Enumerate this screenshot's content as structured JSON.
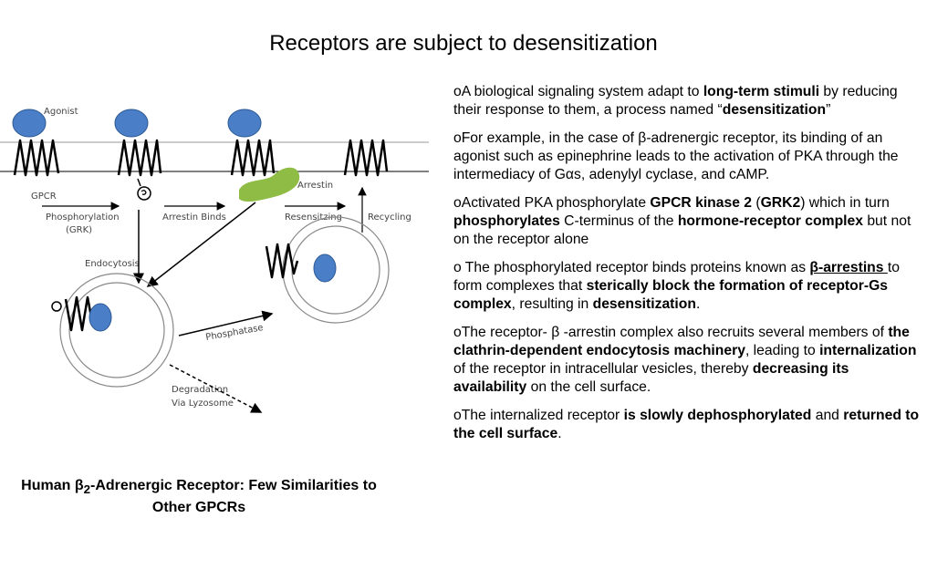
{
  "title": "Receptors are subject to desensitization",
  "diagram": {
    "labels": {
      "agonist": "Agonist",
      "gpcr": "GPCR",
      "phosphorylation": "Phosphorylation",
      "grk": "(GRK)",
      "arrestin_binds": "Arrestin Binds",
      "arrestin": "Arrestin",
      "resensitzing": "Resensitzing",
      "recycling": "Recycling",
      "endocytosis": "Endocytosis",
      "phosphatase": "Phosphatase",
      "degradation": "Degradation",
      "via_lyzosome": "Via Lyzosome"
    },
    "colors": {
      "agonist": "#4a7fc8",
      "arrestin": "#8fbc45",
      "membrane": "#999999"
    }
  },
  "caption": {
    "line1_pre": "Human β",
    "line1_sub": "2",
    "line1_post": "-Adrenergic Receptor: Few Similarities to",
    "line2": "Other GPCRs"
  },
  "bullets": {
    "b1": {
      "t1": "oA biological signaling system adapt to ",
      "t2": "long-term stimuli",
      "t3": " by reducing their response to them, a process named “",
      "t4": "desensitization",
      "t5": "”"
    },
    "b2": {
      "t1": "oFor example, in the case of β-adrenergic receptor, its binding of an agonist such as epinephrine leads to the activation of PKA through the intermediacy of Gαs, adenylyl cyclase, and cAMP."
    },
    "b3": {
      "t1": "oActivated PKA phosphorylate ",
      "t2": "GPCR kinase 2",
      "t3": " (",
      "t4": "GRK2",
      "t5": ") which in turn ",
      "t6": "phosphorylates",
      "t7": " C-terminus of the ",
      "t8": "hormone-receptor complex",
      "t9": " but not on the receptor alone"
    },
    "b4": {
      "t1": "o The phosphorylated receptor binds proteins known as ",
      "t2": "β-arrestins ",
      "t3": "to form complexes that ",
      "t4": "sterically block the formation of receptor-Gs complex",
      "t5": ", resulting in ",
      "t6": "desensitization",
      "t7": "."
    },
    "b5": {
      "t1": "oThe receptor- β -arrestin complex also recruits several members of ",
      "t2": "the clathrin-dependent endocytosis machinery",
      "t3": ", leading to ",
      "t4": "internalization",
      "t5": " of the receptor in intracellular vesicles, thereby ",
      "t6": "decreasing its availability",
      "t7": " on the cell surface."
    },
    "b6": {
      "t1": "oThe internalized receptor ",
      "t2": "is slowly dephosphorylated",
      "t3": " and ",
      "t4": "returned to the cell surface",
      "t5": "."
    }
  }
}
